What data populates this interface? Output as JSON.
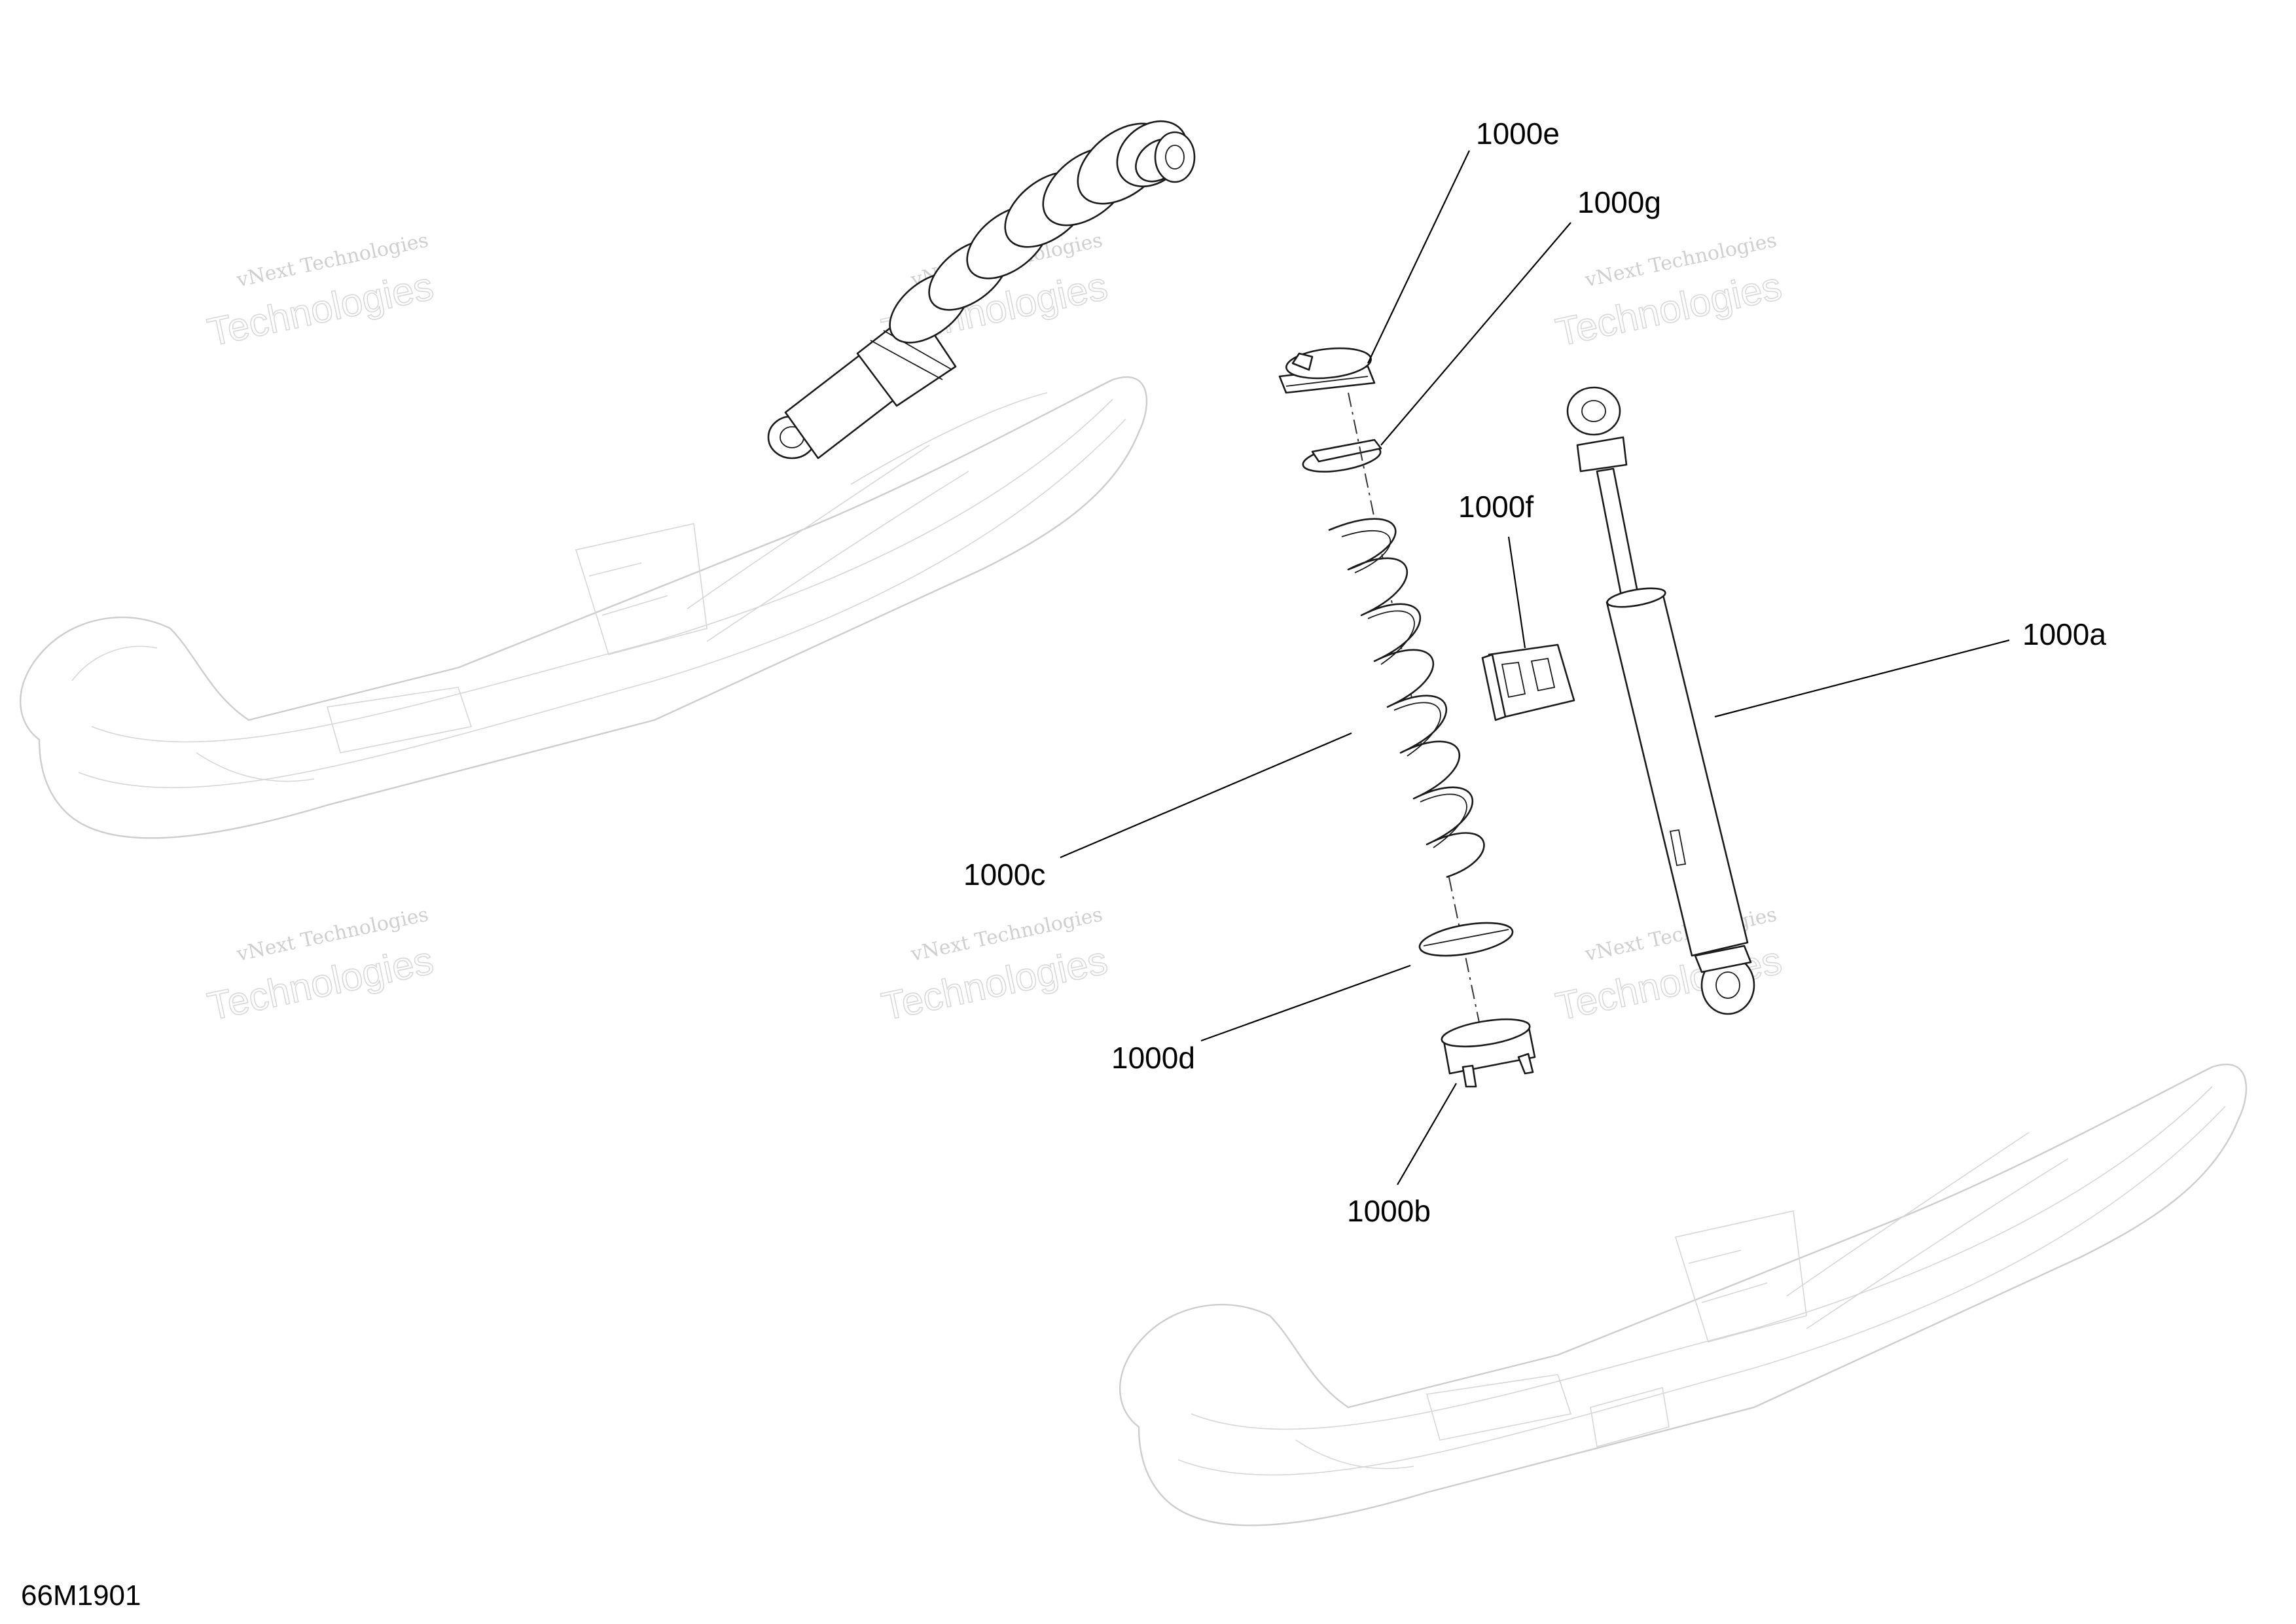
{
  "drawing": {
    "document_id": "66M1901",
    "watermark_text": "vNext Technologies",
    "watermark_big": "Technologies"
  },
  "callouts": [
    {
      "id": "1000e",
      "label": "1000e"
    },
    {
      "id": "1000g",
      "label": "1000g"
    },
    {
      "id": "1000f",
      "label": "1000f"
    },
    {
      "id": "1000a",
      "label": "1000a"
    },
    {
      "id": "1000c",
      "label": "1000c"
    },
    {
      "id": "1000d",
      "label": "1000d"
    },
    {
      "id": "1000b",
      "label": "1000b"
    }
  ],
  "colors": {
    "line": "#1a1a1a",
    "ghost": "#cdcdcd",
    "background": "#ffffff"
  }
}
